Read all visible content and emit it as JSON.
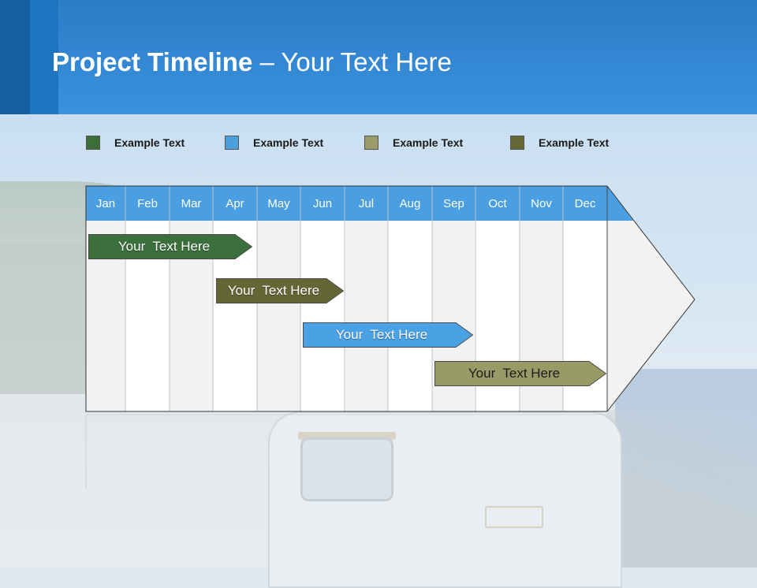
{
  "slide": {
    "title_bold": "Project Timeline",
    "title_rest": " – Your Text Here"
  },
  "legend": [
    {
      "label": "Example Text",
      "color": "#3c6e3a"
    },
    {
      "label": "Example Text",
      "color": "#4d9fdc"
    },
    {
      "label": "Example Text",
      "color": "#9a9c6a"
    },
    {
      "label": "Example Text",
      "color": "#646736"
    }
  ],
  "timeline": {
    "months": [
      "Jan",
      "Feb",
      "Mar",
      "Apr",
      "May",
      "Jun",
      "Jul",
      "Aug",
      "Sep",
      "Oct",
      "Nov",
      "Dec"
    ],
    "header_color": "#4a9fe3",
    "tasks": [
      {
        "label": "Your  Text Here",
        "color": "#3b6f3b",
        "text_style": "light"
      },
      {
        "label": "Your  Text Here",
        "color": "#646735",
        "text_style": "light"
      },
      {
        "label": "Your  Text Here",
        "color": "#4aa2e5",
        "text_style": "light"
      },
      {
        "label": "Your  Text Here",
        "color": "#999b67",
        "text_style": "dark"
      }
    ]
  }
}
